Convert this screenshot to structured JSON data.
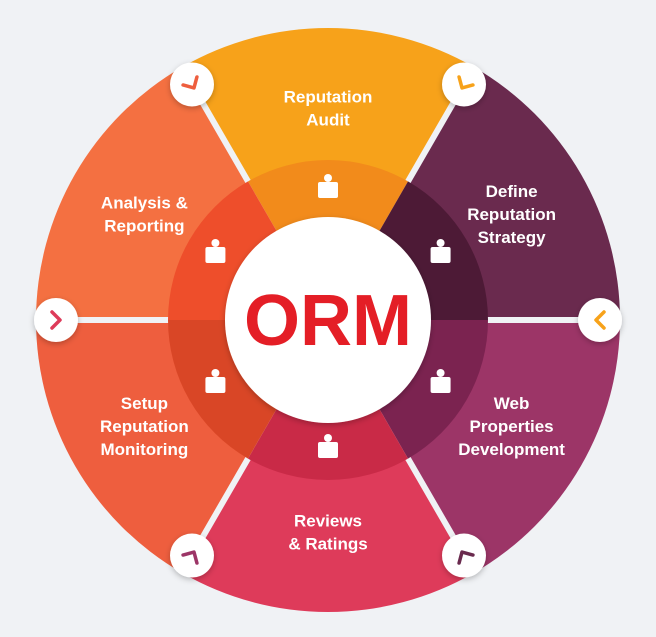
{
  "center": {
    "label": "ORM",
    "color": "#e41e26"
  },
  "segments": [
    {
      "id": "reputation-audit",
      "lines": [
        "Reputation",
        "Audit"
      ],
      "color": "#f7a21a",
      "inner_color": "#f28b1b",
      "icon": "rating-person-icon"
    },
    {
      "id": "define-reputation-strategy",
      "lines": [
        "Define",
        "Reputation",
        "Strategy"
      ],
      "color": "#6a2a4e",
      "inner_color": "#4d1a36",
      "icon": "idea-person-icon"
    },
    {
      "id": "web-properties-development",
      "lines": [
        "Web",
        "Properties",
        "Development"
      ],
      "color": "#9c3567",
      "inner_color": "#7b2350",
      "icon": "web-monitor-icon"
    },
    {
      "id": "reviews-ratings",
      "lines": [
        "Reviews",
        "& Ratings"
      ],
      "color": "#de3b5a",
      "inner_color": "#c92a47",
      "icon": "rating-hand-icon"
    },
    {
      "id": "setup-reputation-monitoring",
      "lines": [
        "Setup",
        "Reputation",
        "Monitoring"
      ],
      "color": "#ee5e3e",
      "inner_color": "#d94626",
      "icon": "monitoring-screen-icon"
    },
    {
      "id": "analysis-reporting",
      "lines": [
        "Analysis &",
        "Reporting"
      ],
      "color": "#f47041",
      "inner_color": "#ee4e2b",
      "icon": "pie-chart-icon"
    }
  ],
  "connectors": [
    {
      "icon": "chevron-right-icon",
      "color": "#f7a21a"
    },
    {
      "icon": "chevron-down-left-icon",
      "color": "#f7a21a"
    },
    {
      "icon": "chevron-down-icon",
      "color": "#6a2a4e"
    },
    {
      "icon": "chevron-left-icon",
      "color": "#9c3567"
    },
    {
      "icon": "chevron-up-left-icon",
      "color": "#de3b5a"
    },
    {
      "icon": "chevron-up-icon",
      "color": "#ee5e3e"
    }
  ]
}
